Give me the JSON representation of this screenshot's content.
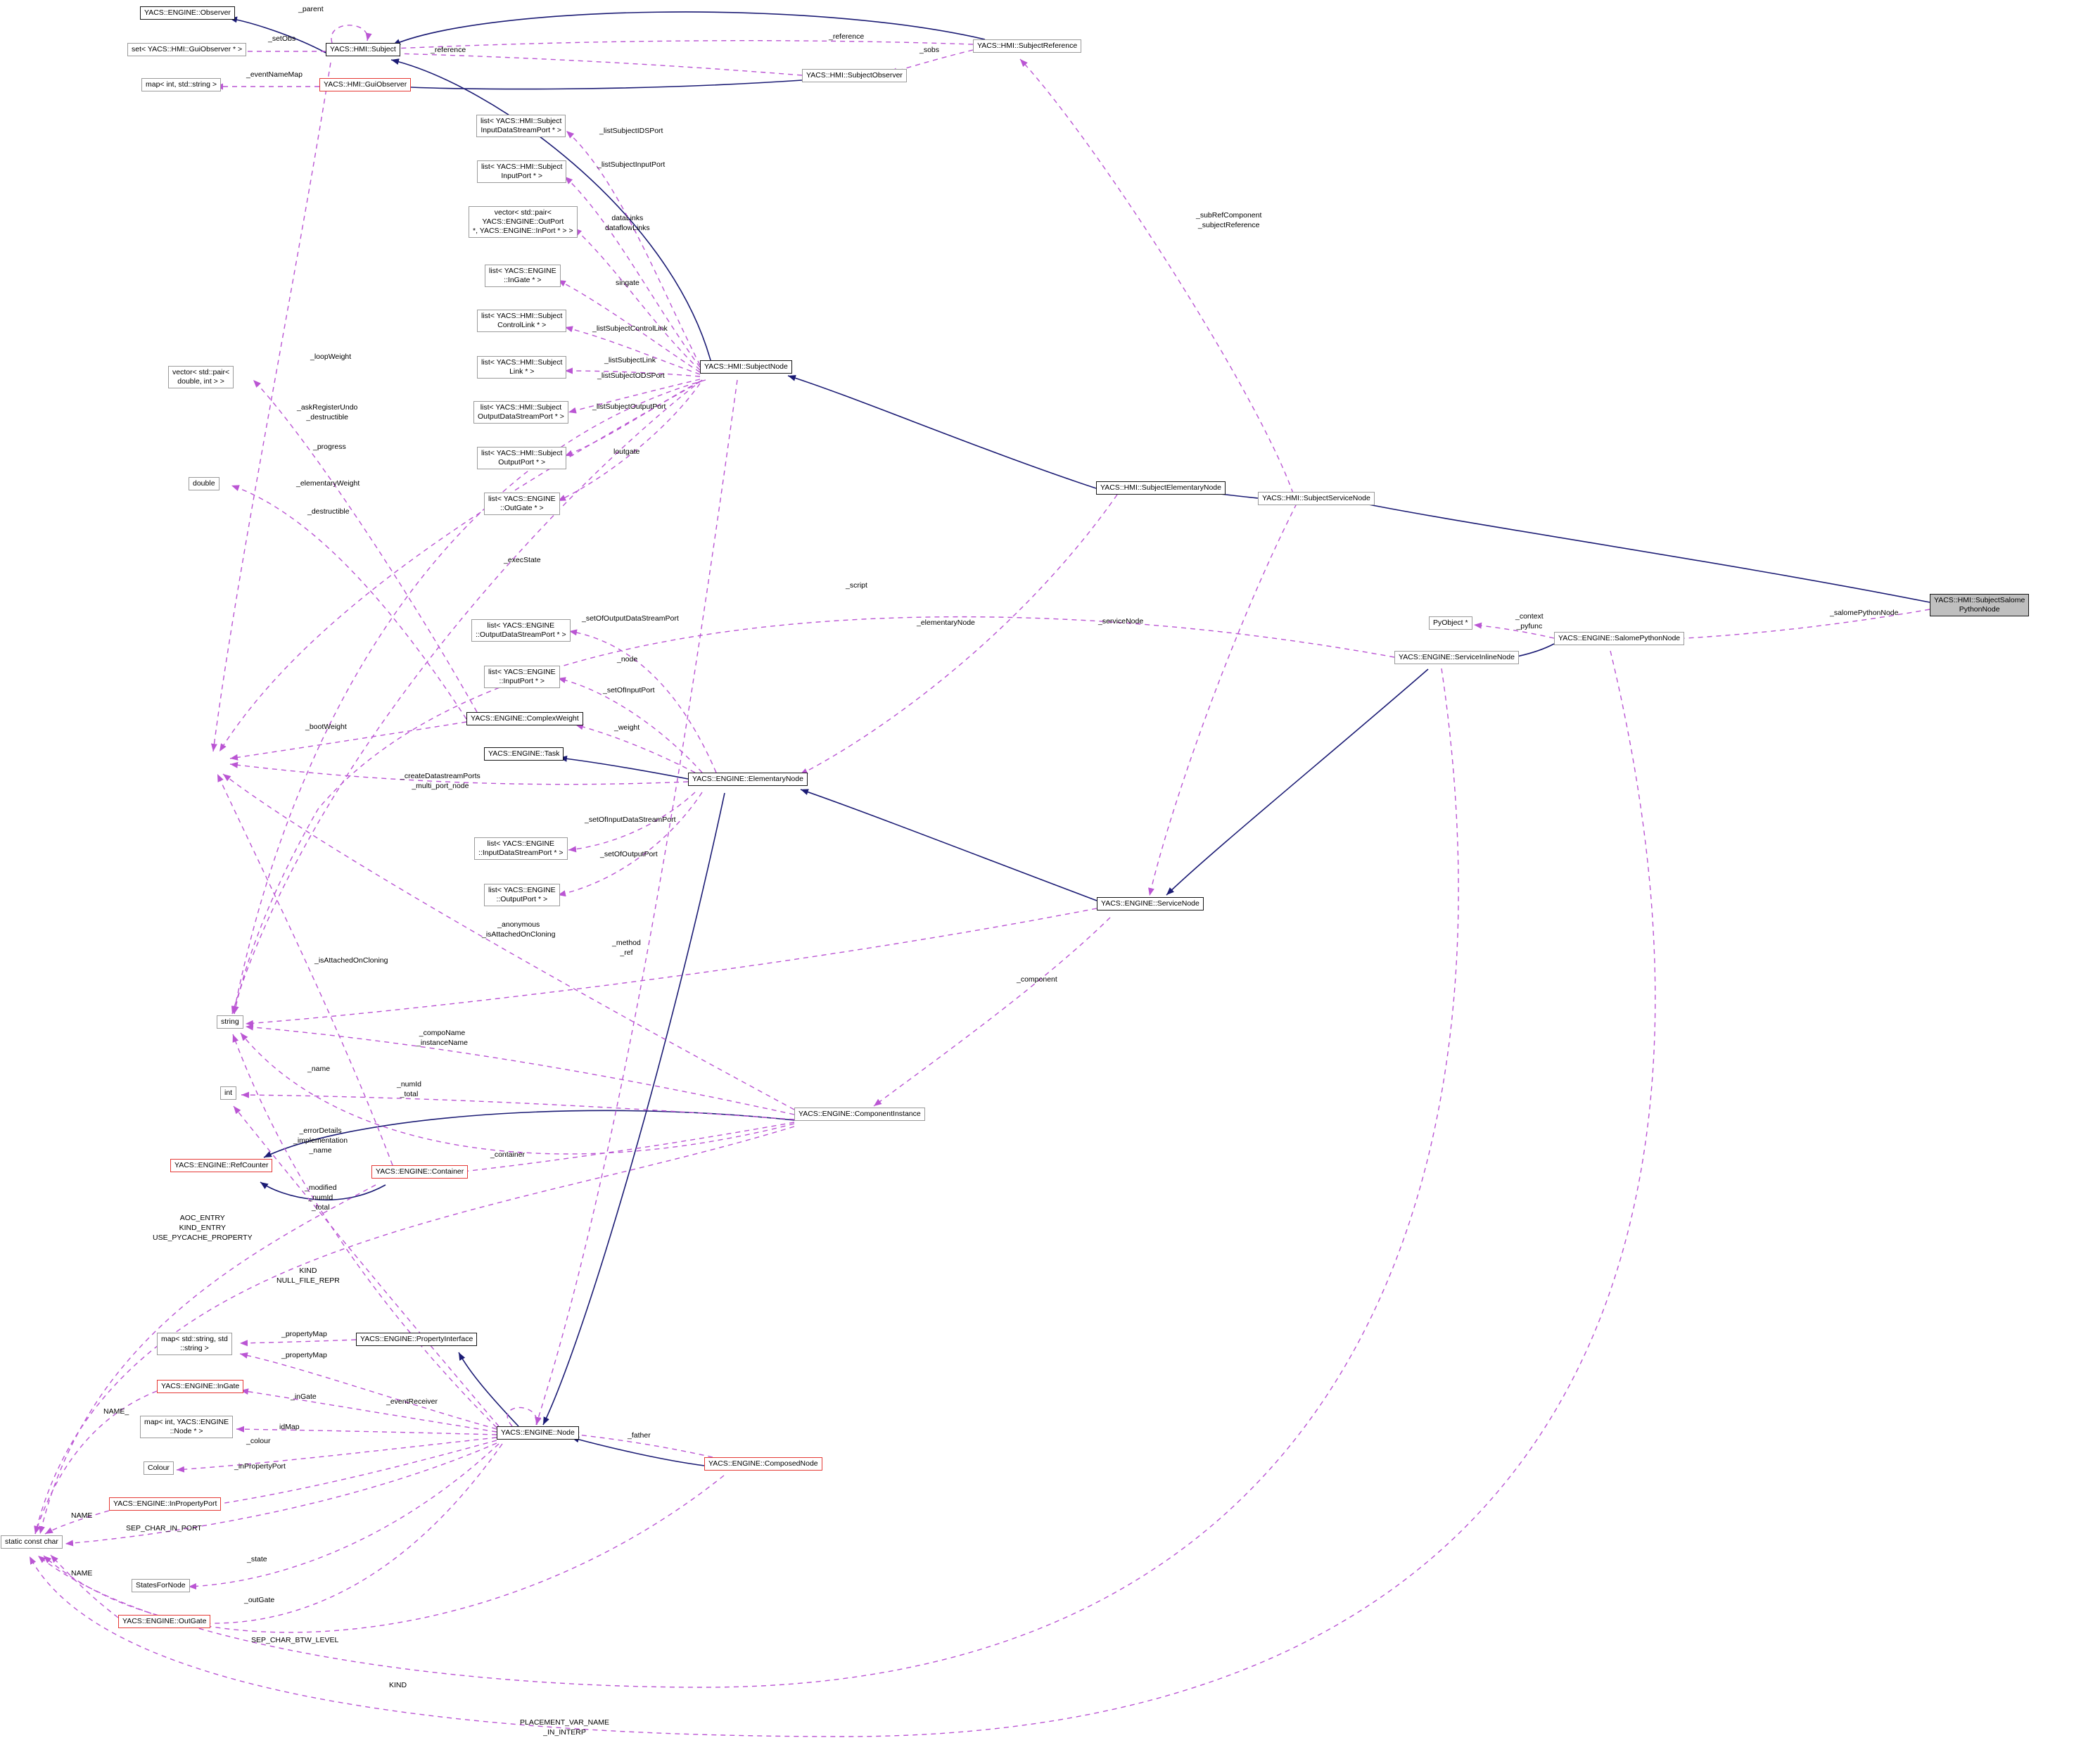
{
  "diagram": {
    "colors": {
      "inheritance_edge": "#1b1b74",
      "usage_edge": "#ba55d3",
      "highlight_fill": "#bfbfbf",
      "red_border": "#e53935",
      "box_border": "#9b9b9b"
    },
    "nodes": {
      "observer": {
        "label": "YACS::ENGINE::Observer"
      },
      "set_guiobserver": {
        "label": "set< YACS::HMI::GuiObserver * >"
      },
      "map_int_string": {
        "label": "map< int, std::string >"
      },
      "subject": {
        "label": "YACS::HMI::Subject"
      },
      "guiobserver": {
        "label": "YACS::HMI::GuiObserver"
      },
      "subjectobserver": {
        "label": "YACS::HMI::SubjectObserver"
      },
      "subjectreference": {
        "label": "YACS::HMI::SubjectReference"
      },
      "list_subject_idsport": {
        "label": "list< YACS::HMI::Subject\nInputDataStreamPort * >"
      },
      "list_subject_inputport": {
        "label": "list< YACS::HMI::Subject\nInputPort * >"
      },
      "vector_outport_inport": {
        "label": "vector< std::pair<\nYACS::ENGINE::OutPort\n*, YACS::ENGINE::InPort * > >"
      },
      "list_ingate": {
        "label": "list< YACS::ENGINE\n::InGate * >"
      },
      "list_subject_controllink": {
        "label": "list< YACS::HMI::Subject\nControlLink * >"
      },
      "list_subject_link": {
        "label": "list< YACS::HMI::Subject\nLink * >"
      },
      "list_subject_odsport": {
        "label": "list< YACS::HMI::Subject\nOutputDataStreamPort * >"
      },
      "list_subject_outputport": {
        "label": "list< YACS::HMI::Subject\nOutputPort * >"
      },
      "list_outgate": {
        "label": "list< YACS::ENGINE\n::OutGate * >"
      },
      "subjectnode": {
        "label": "YACS::HMI::SubjectNode"
      },
      "vector_double_int": {
        "label": "vector< std::pair<\ndouble, int > >"
      },
      "double_type": {
        "label": "double"
      },
      "list_odsport": {
        "label": "list< YACS::ENGINE\n::OutputDataStreamPort * >"
      },
      "list_inputport": {
        "label": "list< YACS::ENGINE\n::InputPort * >"
      },
      "complexweight": {
        "label": "YACS::ENGINE::ComplexWeight"
      },
      "task": {
        "label": "YACS::ENGINE::Task"
      },
      "elementarynode": {
        "label": "YACS::ENGINE::ElementaryNode"
      },
      "list_idsport": {
        "label": "list< YACS::ENGINE\n::InputDataStreamPort * >"
      },
      "list_outputport": {
        "label": "list< YACS::ENGINE\n::OutputPort * >"
      },
      "servicenode": {
        "label": "YACS::ENGINE::ServiceNode"
      },
      "subjectelementarynode": {
        "label": "YACS::HMI::SubjectElementaryNode"
      },
      "subjectservicenode": {
        "label": "YACS::HMI::SubjectServiceNode"
      },
      "pyobject": {
        "label": "PyObject *"
      },
      "serviceinlinenode": {
        "label": "YACS::ENGINE::ServiceInlineNode"
      },
      "salomepythonnode": {
        "label": "YACS::ENGINE::SalomePythonNode"
      },
      "subjectsalomepythonnode": {
        "label": "YACS::HMI::SubjectSalome\nPythonNode"
      },
      "string_type": {
        "label": "string"
      },
      "int_type": {
        "label": "int"
      },
      "refcounter": {
        "label": "YACS::ENGINE::RefCounter"
      },
      "container": {
        "label": "YACS::ENGINE::Container"
      },
      "componentinstance": {
        "label": "YACS::ENGINE::ComponentInstance"
      },
      "map_string_string": {
        "label": "map< std::string, std\n::string >"
      },
      "ingate": {
        "label": "YACS::ENGINE::InGate"
      },
      "map_int_node": {
        "label": "map< int, YACS::ENGINE\n::Node * >"
      },
      "colour": {
        "label": "Colour"
      },
      "inpropertyport": {
        "label": "YACS::ENGINE::InPropertyPort"
      },
      "static_const_char": {
        "label": "static const char"
      },
      "statesfornode": {
        "label": "StatesForNode"
      },
      "outgate": {
        "label": "YACS::ENGINE::OutGate"
      },
      "propertyinterface": {
        "label": "YACS::ENGINE::PropertyInterface"
      },
      "node": {
        "label": "YACS::ENGINE::Node"
      },
      "composednode": {
        "label": "YACS::ENGINE::ComposedNode"
      }
    },
    "edge_labels": {
      "parent": "_parent",
      "setObs": "_setObs",
      "eventNameMap": "_eventNameMap",
      "reference1": "_reference",
      "reference2": "_reference",
      "sobs": "_sobs",
      "listSubjectIDSPort": "_listSubjectIDSPort",
      "listSubjectInputPort": "_listSubjectInputPort",
      "dataLinks": "dataLinks\ndataflowLinks",
      "singate": "singate",
      "listSubjectControlLink": "_listSubjectControlLink",
      "listSubjectLink": "_listSubjectLink",
      "listSubjectODSPort": "_listSubjectODSPort",
      "listSubjectOutputPort": "_listSubjectOutputPort",
      "loutgate": "loutgate",
      "execState": "_execState",
      "loopWeight": "_loopWeight",
      "askRegisterUndo": "_askRegisterUndo\n_destructible",
      "progress": "_progress",
      "elementaryWeight": "_elementaryWeight",
      "destructible": "_destructible",
      "subRefComponent": "_subRefComponent\n_subjectReference",
      "script": "_script",
      "elementaryNode": "_elementaryNode",
      "serviceNode": "_serviceNode",
      "setOfOutputDataStreamPort": "_setOfOutputDataStreamPort",
      "nodeRef": "_node",
      "setOfInputPort": "_setOfInputPort",
      "weight": "_weight",
      "bootWeight": "_bootWeight",
      "createDatastreamPorts": "_createDatastreamPorts\n_multi_port_node",
      "setOfInputDataStreamPort": "_setOfInputDataStreamPort",
      "setOfOutputPort": "_setOfOutputPort",
      "anonymous": "_anonymous\n_isAttachedOnCloning",
      "methodRef": "_method\n_ref",
      "component": "_component",
      "isAttachedOnCloning": "_isAttachedOnCloning",
      "compoName": "_compoName\n_instanceName",
      "name": "_name",
      "numIdTotal": "_numId\n_total",
      "errorDetails": "_errorDetails\n_implementation\n_name",
      "containerRef": "_container",
      "modified": "_modified\n_numId\n_total",
      "aocEntry": "AOC_ENTRY\nKIND_ENTRY\nUSE_PYCACHE_PROPERTY",
      "kindNullFileRepr": "KIND\nNULL_FILE_REPR",
      "propertyMap1": "_propertyMap",
      "propertyMap2": "_propertyMap",
      "name1": "NAME_",
      "eventReceiver": "_eventReceiver",
      "inGate": "_inGate",
      "idMap": "idMap",
      "colourRef": "_colour",
      "inPropertyPort": "_inPropertyPort",
      "name2": "NAME",
      "sepCharInPort": "SEP_CHAR_IN_PORT",
      "state": "_state",
      "name3": "NAME",
      "outGateRef": "_outGate",
      "sepCharBtwLevel": "SEP_CHAR_BTW_LEVEL",
      "kind": "KIND",
      "placementVarName": "PLACEMENT_VAR_NAME\n_IN_INTERP",
      "father": "_father",
      "salomePythonNode": "_salomePythonNode",
      "contextPyfunc": "_context\n_pyfunc"
    }
  }
}
